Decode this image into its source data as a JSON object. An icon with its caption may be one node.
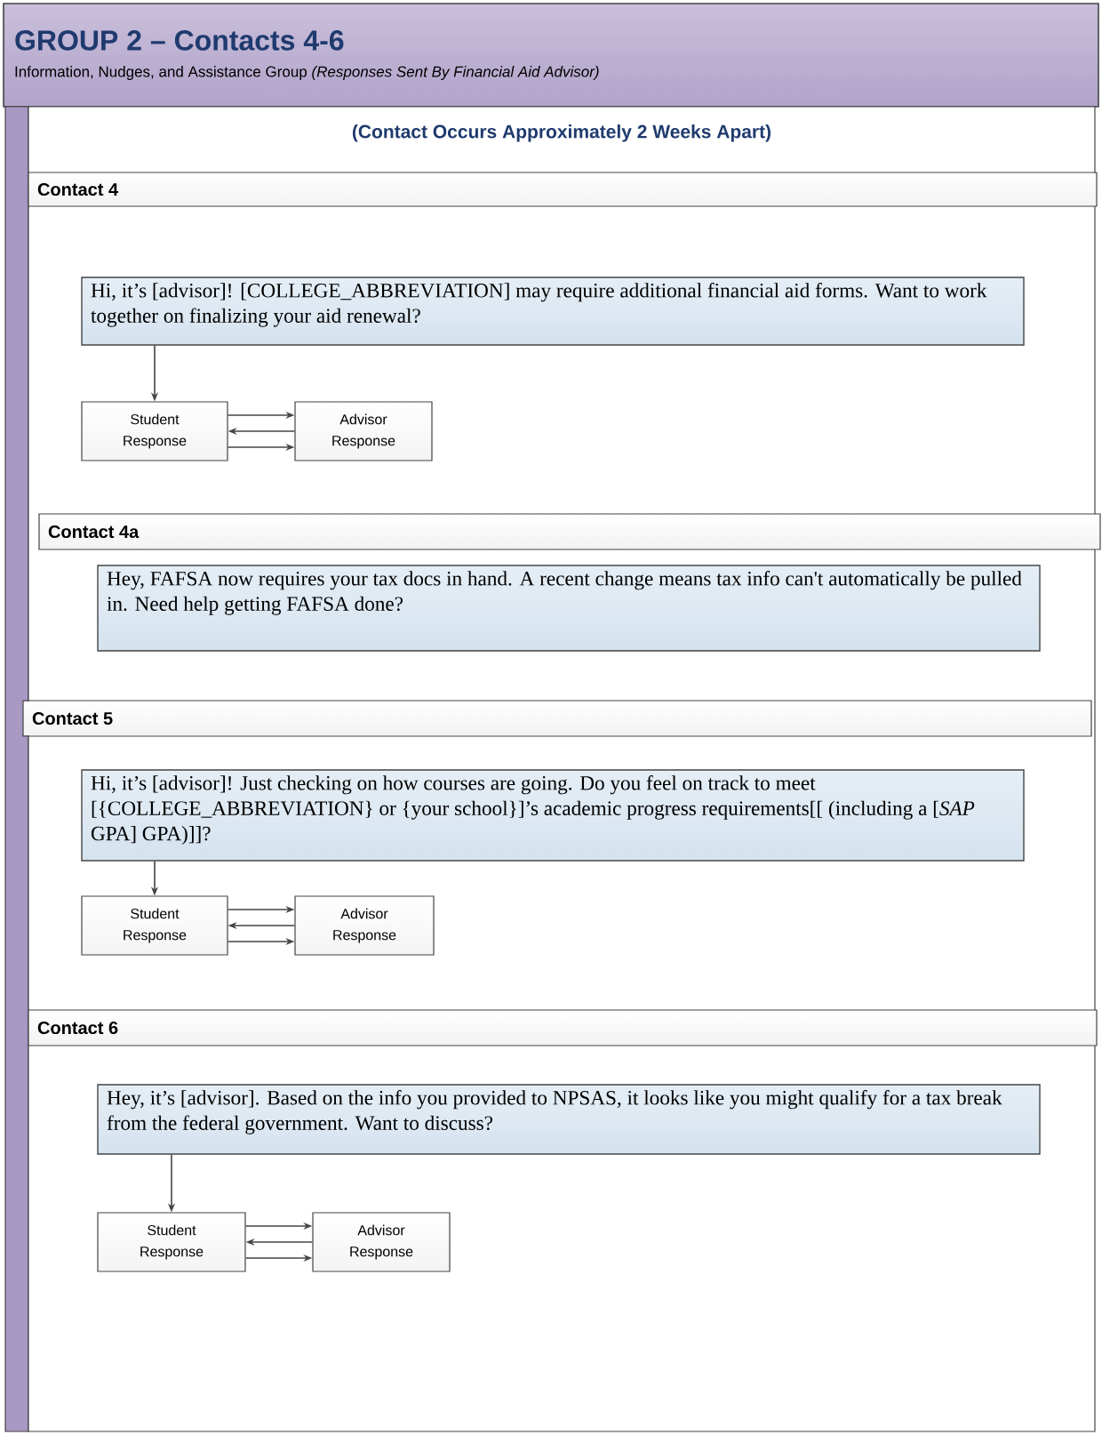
{
  "diagram": {
    "title": "GROUP 2 – Contacts 4-6",
    "nodes": [
      {
        "text": [
          "Information, Nudges, and Assistance Group *(Responses Sent By Financial Aid Advisor)*"
        ]
      },
      {
        "text": [
          "(Contact Occurs Approximately 2 Weeks Apart)"
        ]
      },
      {
        "text": [
          "Contact 4"
        ],
        "in": 1
      },
      {
        "text": [
          "Hi, it’s [advisor]! [COLLEGE_ABBREVIATION] may require additional financial aid forms. Want to work together on finalizing your aid renewal?"
        ],
        "in": 1
      },
      {
        "text": [
          "Student Response"
        ],
        "in": 1
      },
      {
        "text": [
          "Advisor Response"
        ],
        "in": 1
      },
      {
        "text": [
          "Contact 4a"
        ],
        "in": 1
      },
      {
        "text": [
          "Hey, FAFSA now requires your tax docs in hand. A recent change means tax info can't automatically be pulled in. Need help getting FAFSA done?"
        ],
        "in": 1
      },
      {
        "text": [
          "Contact 5"
        ],
        "in": 1
      },
      {
        "text": [
          "Hi, it’s [advisor]! Just checking on how courses are going. Do you feel on track to meet [{COLLEGE_ABBREVIATION} or {your school}]’s academic progress requirements[[ (including a [*SAP* GPA] GPA)]]?"
        ],
        "in": 1
      },
      {
        "text": [
          "Student Response"
        ],
        "in": 1
      },
      {
        "text": [
          "Advisor Response"
        ],
        "in": 1
      },
      {
        "text": [
          "Contact 6"
        ],
        "in": 1
      },
      {
        "text": [
          "Hey, it’s [advisor]. Based on the info you provided to NPSAS, it looks like you might qualify for a tax break from the federal government. Want to discuss?"
        ],
        "in": 1
      },
      {
        "text": [
          "Student Response"
        ],
        "in": 1
      },
      {
        "text": [
          "Advisor Response"
        ],
        "in": 1
      }
    ],
    "edges": [
      {
        "from": 3,
        "to": 4,
        "arrow": "to"
      },
      {
        "from": 4,
        "to": 5,
        "arrow": "to"
      },
      {
        "from": 5,
        "to": 4,
        "arrow": "to"
      },
      {
        "from": 4,
        "to": 5,
        "arrow": "to"
      },
      {
        "from": 9,
        "to": 10,
        "arrow": "to"
      },
      {
        "from": 10,
        "to": 11,
        "arrow": "to"
      },
      {
        "from": 11,
        "to": 10,
        "arrow": "to"
      },
      {
        "from": 10,
        "to": 11,
        "arrow": "to"
      },
      {
        "from": 13,
        "to": 14,
        "arrow": "to"
      },
      {
        "from": 14,
        "to": 15,
        "arrow": "to"
      },
      {
        "from": 15,
        "to": 14,
        "arrow": "to"
      },
      {
        "from": 14,
        "to": 15,
        "arrow": "to"
      }
    ]
  }
}
